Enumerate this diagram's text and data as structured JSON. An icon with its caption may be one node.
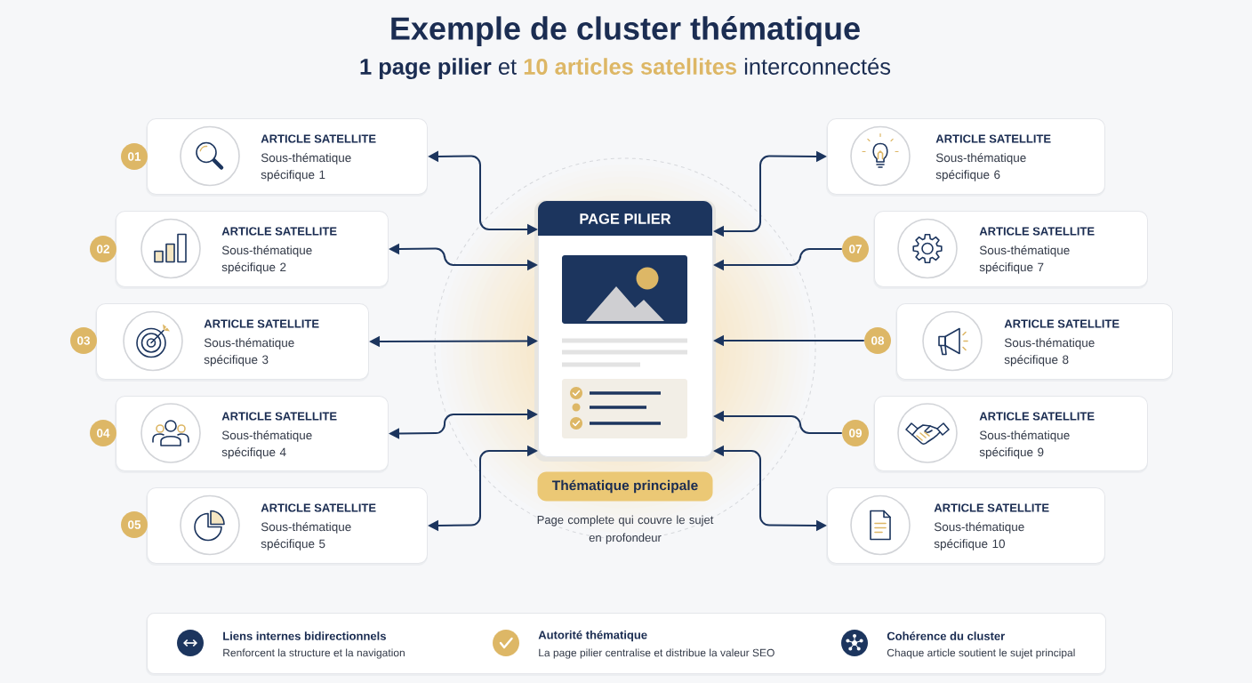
{
  "diagram": {
    "title": "Exemple de cluster thématique",
    "nodes": [
      {
        "text": [
          "PAGE PILIER"
        ]
      },
      {
        "text": [
          "Thématique principale"
        ],
        "beside": [
          "Page complete qui couvre le sujet en profondeur"
        ]
      },
      {
        "text": [
          "ARTICLE SATELLITE",
          "Sous-thématique spécifique 1"
        ]
      },
      {
        "text": [
          "ARTICLE SATELLITE",
          "Sous-thématique spécifique 2"
        ]
      },
      {
        "text": [
          "ARTICLE SATELLITE",
          "Sous-thématique spécifique 3"
        ]
      },
      {
        "text": [
          "ARTICLE SATELLITE",
          "Sous-thématique spécifique 4"
        ]
      },
      {
        "text": [
          "ARTICLE SATELLITE",
          "Sous-thématique spécifique 5"
        ]
      },
      {
        "text": [
          "ARTICLE SATELLITE",
          "Sous-thématique spécifique 6"
        ]
      },
      {
        "text": [
          "ARTICLE SATELLITE",
          "Sous-thématique spécifique 7"
        ]
      },
      {
        "text": [
          "ARTICLE SATELLITE",
          "Sous-thématique spécifique 8"
        ]
      },
      {
        "text": [
          "ARTICLE SATELLITE",
          "Sous-thématique spécifique 9"
        ]
      },
      {
        "text": [
          "ARTICLE SATELLITE",
          "Sous-thématique spécifique 10"
        ]
      },
      {
        "text": [
          "01"
        ]
      },
      {
        "text": [
          "02"
        ]
      },
      {
        "text": [
          "03"
        ]
      },
      {
        "text": [
          "04"
        ]
      },
      {
        "text": [
          "05"
        ]
      },
      {
        "text": [
          "07"
        ]
      },
      {
        "text": [
          "08"
        ]
      },
      {
        "text": [
          "09"
        ]
      },
      {
        "text": [
          "Liens internes bidirectionnels",
          "Renforcent la structure et la navigation",
          "Autorité thématique",
          "La page pilier centralise et distribue la valeur SEO",
          "Cohérence du cluster",
          "Chaque article soutient le sujet principal"
        ]
      }
    ],
    "edges": [
      {
        "from": 2,
        "to": 0,
        "arrow": "both"
      },
      {
        "from": 3,
        "to": 0,
        "arrow": "both"
      },
      {
        "from": 4,
        "to": 0,
        "arrow": "both"
      },
      {
        "from": 5,
        "to": 0,
        "arrow": "both"
      },
      {
        "from": 6,
        "to": 0,
        "arrow": "both"
      },
      {
        "from": 7,
        "to": 0,
        "arrow": "both"
      },
      {
        "from": 17,
        "to": 0,
        "arrow": "to"
      },
      {
        "from": 18,
        "to": 0,
        "arrow": "to"
      },
      {
        "from": 19,
        "to": 0,
        "arrow": "to"
      },
      {
        "from": 11,
        "to": 0,
        "arrow": "both"
      }
    ],
    "labels": [
      "**1 page pilier** et **10 articles satellites** interconnectés"
    ]
  }
}
